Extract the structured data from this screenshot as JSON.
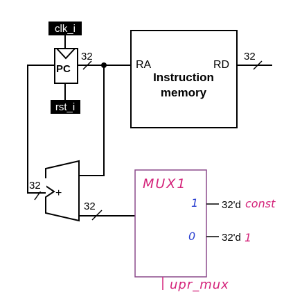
{
  "signals": {
    "clock": "clk_i",
    "reset": "rst_i"
  },
  "pc": {
    "label": "PC"
  },
  "widths": {
    "pc_out": "32",
    "rd_out": "32",
    "adder_in": "32",
    "adder_out": "32"
  },
  "imem": {
    "port_in": "RA",
    "port_out": "RD",
    "title_line1": "Instruction",
    "title_line2": "memory"
  },
  "adder": {
    "symbol": "+"
  },
  "mux": {
    "title": "MUX1",
    "in1_index": "1",
    "in0_index": "0",
    "in1_const_prefix": "32'd",
    "in1_const_name": "const",
    "in0_const_prefix": "32'd",
    "in0_const_value": "1",
    "select": "upr_mux"
  },
  "colors": {
    "wire": "#000000",
    "signal_tag_bg": "#000000",
    "signal_tag_text": "#ffffff",
    "mux_border": "#8b4a8b",
    "annotation_pink": "#d4237a",
    "annotation_blue": "#2a3fd0"
  }
}
